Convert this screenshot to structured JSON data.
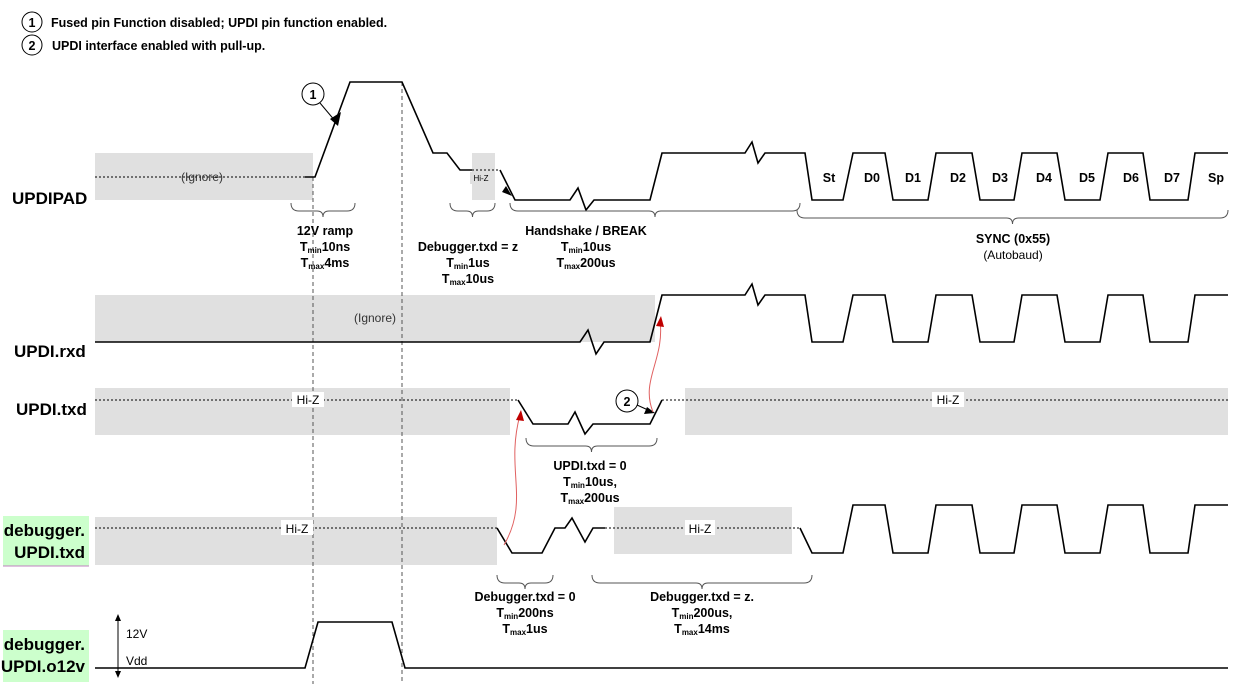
{
  "legend": [
    {
      "num": "1",
      "text": "Fused pin Function disabled; UPDI pin function enabled."
    },
    {
      "num": "2",
      "text": "UPDI interface enabled with pull-up."
    }
  ],
  "signals": {
    "updipad": "UPDIPAD",
    "rxd": "UPDI.rxd",
    "txd": "UPDI.txd",
    "dbg_txd": [
      "debugger.",
      "UPDI.txd"
    ],
    "dbg_o12v": [
      "debugger.",
      "UPDI.o12v"
    ]
  },
  "region_labels": {
    "ignore1": "(Ignore)",
    "ignore2": "(Ignore)",
    "hiz_pad": "Hi-Z",
    "hiz_txd1": "Hi-Z",
    "hiz_txd2": "Hi-Z",
    "hiz_dbg1": "Hi-Z",
    "hiz_dbg2": "Hi-Z"
  },
  "sync_bits": [
    "St",
    "D0",
    "D1",
    "D2",
    "D3",
    "D4",
    "D5",
    "D6",
    "D7",
    "Sp"
  ],
  "annotations": {
    "ramp": {
      "title": "12V ramp",
      "tmin": "10ns",
      "tmax": "4ms"
    },
    "dbg_z1": {
      "title": "Debugger.txd = z",
      "tmin": "1us",
      "tmax": "10us"
    },
    "handshake": {
      "title": "Handshake / BREAK",
      "tmin": "10us",
      "tmax": "200us"
    },
    "sync": {
      "title": "SYNC (0x55)",
      "sub": "(Autobaud)"
    },
    "updi_txd0": {
      "title": "UPDI.txd = 0",
      "tmin": "10us,",
      "tmax": "200us"
    },
    "dbg_txd0": {
      "title": "Debugger.txd = 0",
      "tmin": "200ns",
      "tmax": "1us"
    },
    "dbg_z2": {
      "title": "Debugger.txd = z.",
      "tmin": "200us,",
      "tmax": "14ms"
    }
  },
  "tsym": {
    "T": "T",
    "min": "min",
    "max": "max"
  },
  "levels": {
    "high": "12V",
    "low": "Vdd"
  },
  "colors": {
    "label_bg": "#ccffcc",
    "arrow": "#e06060",
    "region": "#e0e0e0"
  }
}
